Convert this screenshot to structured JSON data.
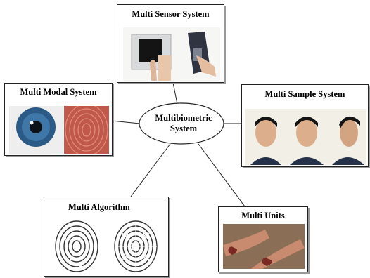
{
  "center": {
    "line1": "Multibiometric",
    "line2": "System"
  },
  "boxes": {
    "sensor": {
      "title": "Multi Sensor System"
    },
    "modal": {
      "title": "Multi Modal System"
    },
    "sample": {
      "title": "Multi Sample System"
    },
    "algorithm": {
      "title": "Multi Algorithm"
    },
    "units": {
      "title": "Multi Units"
    }
  },
  "colors": {
    "iris": "#2c5a86",
    "skin": "#c0594b",
    "face_bg": "#f2f0e6",
    "sensor_dark": "#2f3440",
    "finger": "#c98b6f"
  }
}
